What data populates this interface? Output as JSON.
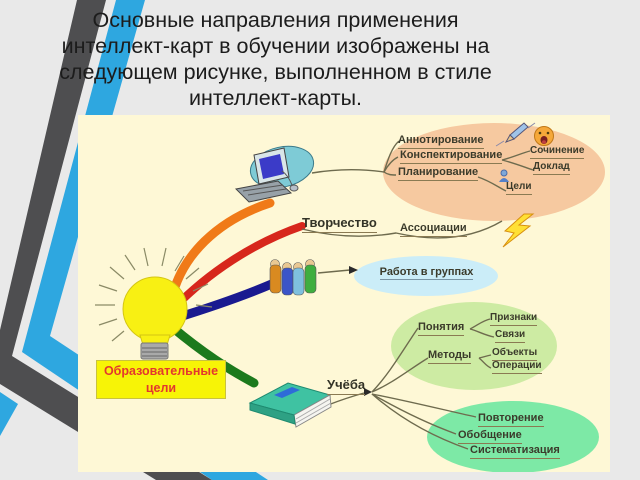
{
  "slide": {
    "title_lines": [
      "Основные направления применения",
      "интеллект-карт в обучении изображены на",
      "следующем рисунке, выполненном в стиле",
      "интеллект-карты."
    ]
  },
  "mindmap": {
    "root": "Образовательные цели",
    "annotating": "Аннотирование",
    "summarizing": "Конспектирование",
    "planning": "Планирование",
    "essay": "Сочинение",
    "report": "Доклад",
    "goals": "Цели",
    "creativity": "Творчество",
    "associations": "Ассоциации",
    "group_work": "Работа в группах",
    "concepts": "Понятия",
    "features": "Признаки",
    "relations": "Связи",
    "methods": "Методы",
    "objects": "Объекты",
    "operations": "Операции",
    "study": "Учёба",
    "repetition": "Повторение",
    "generalization": "Обобщение",
    "systematization": "Систематизация"
  },
  "icons": {
    "lightbulb": "lightbulb-icon",
    "computer": "computer-icon",
    "book": "book-icon",
    "people": "people-figures-icon",
    "lightning": "lightning-icon",
    "smiley": "smiley-icon",
    "pencil": "pencil-icon",
    "goal": "goal-icon"
  },
  "colors": {
    "slide_bg": "#E9E9E9",
    "stripe_blue": "#2EA7E0",
    "stripe_dark": "#4E4E50",
    "panel_bg": "#FEF8D6",
    "ellipse_orange": "#F6C9A0",
    "ellipse_blue": "#CBEDF8",
    "ellipse_green_light": "#CDEBA3",
    "ellipse_green": "#7DE9A6",
    "branch_orange": "#F07A18",
    "branch_red": "#D7271C",
    "branch_blue": "#1A1A90",
    "branch_green": "#1C7A1C",
    "root_box_bg": "#F7F406",
    "root_text": "#E3372E",
    "title_text": "#1C1C1C"
  }
}
